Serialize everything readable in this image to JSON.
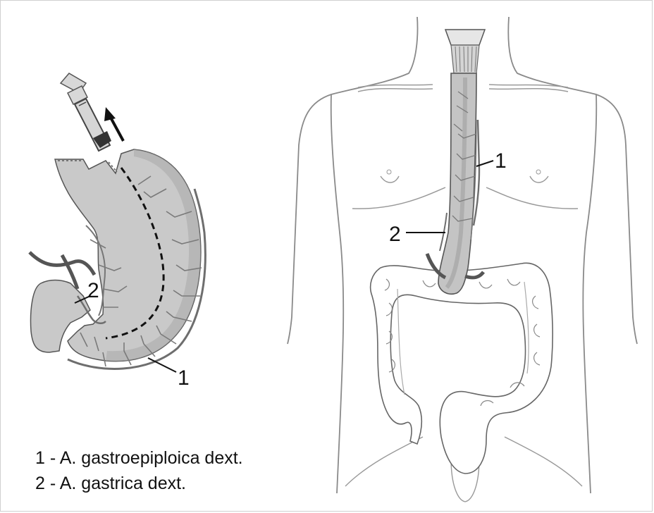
{
  "figure": {
    "callouts": {
      "stomach_1": "1",
      "stomach_2": "2",
      "body_1": "1",
      "body_2": "2"
    },
    "legend": [
      "1 - A. gastroepiploica dext.",
      "2 - A. gastrica dext."
    ]
  },
  "colors": {
    "organ_fill": "#c9c9c9",
    "organ_shade": "#a8a8a8",
    "vessel": "#6e6e6e",
    "outline": "#555555",
    "body_outline": "#8a8a8a"
  }
}
